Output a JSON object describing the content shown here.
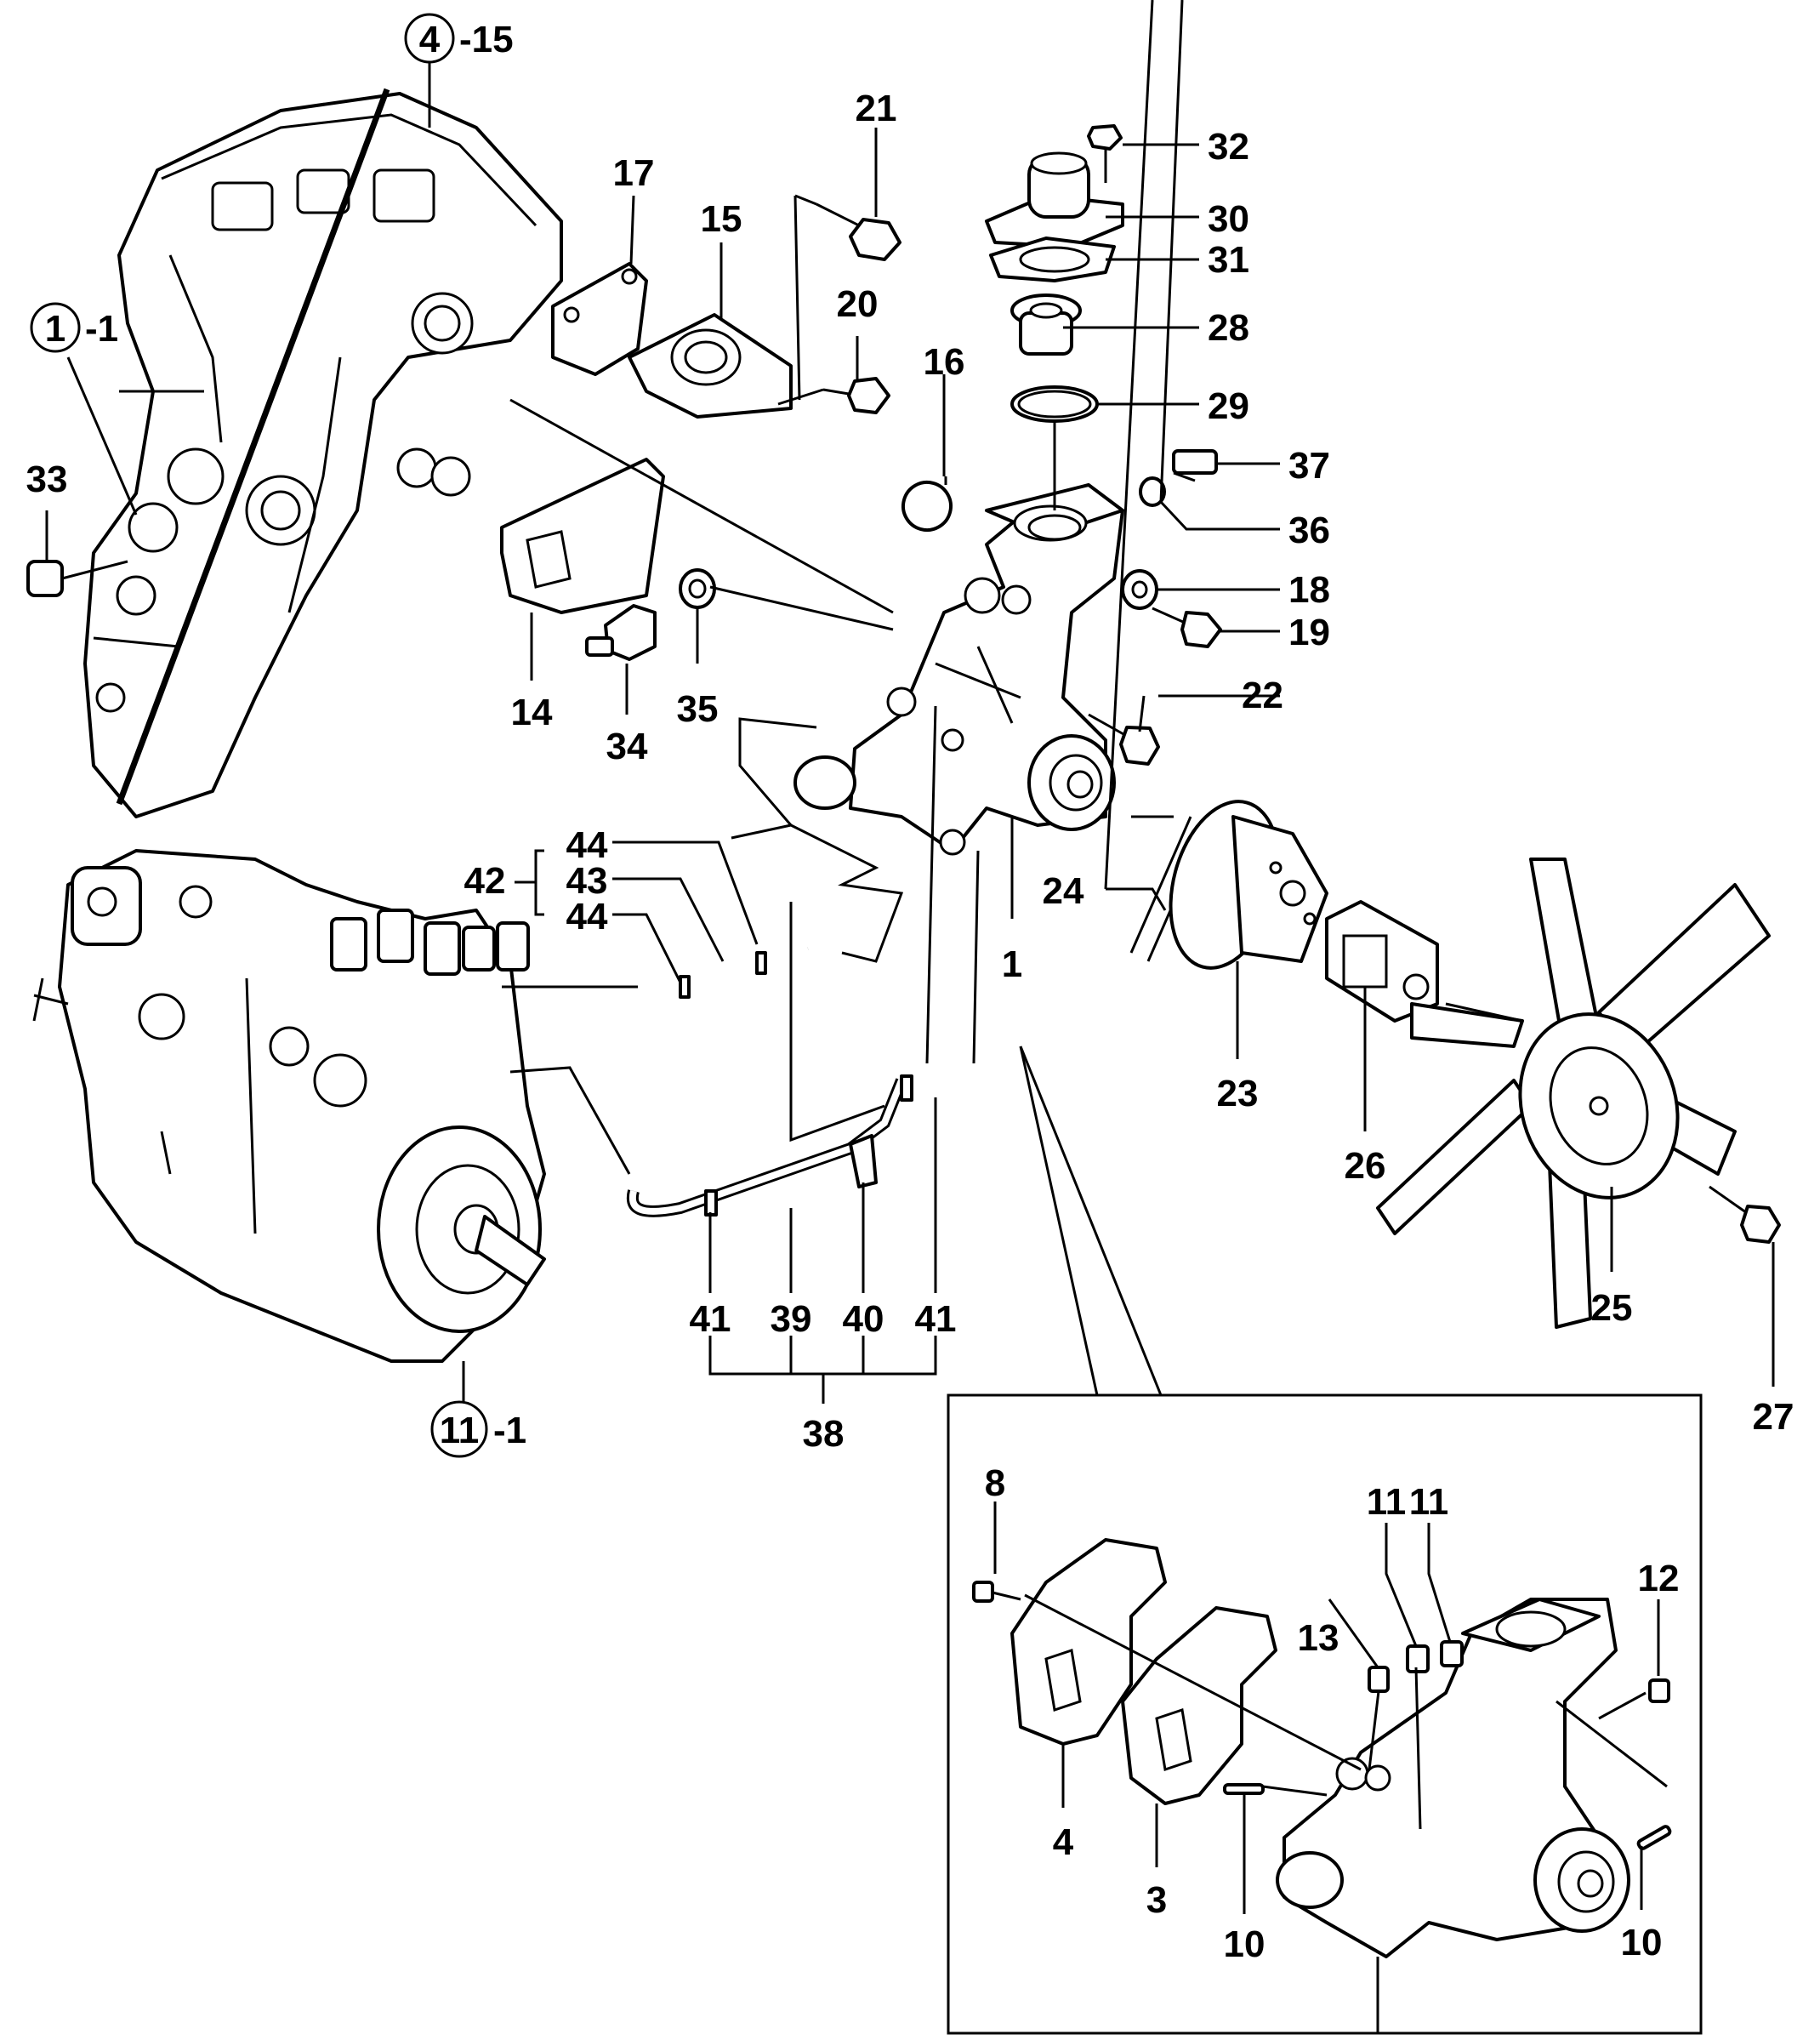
{
  "callouts": {
    "c1": "1",
    "c3": "3",
    "c4": "4",
    "c8": "8",
    "c10a": "10",
    "c10b": "10",
    "c11a": "11",
    "c11b": "11",
    "c12": "12",
    "c13": "13",
    "c14": "14",
    "c15": "15",
    "c16": "16",
    "c17": "17",
    "c18": "18",
    "c19": "19",
    "c20": "20",
    "c21": "21",
    "c22": "22",
    "c23": "23",
    "c24": "24",
    "c25": "25",
    "c26": "26",
    "c27": "27",
    "c28": "28",
    "c29": "29",
    "c30": "30",
    "c31": "31",
    "c32": "32",
    "c33": "33",
    "c34": "34",
    "c35": "35",
    "c36": "36",
    "c37": "37",
    "c38": "38",
    "c39": "39",
    "c40": "40",
    "c41a": "41",
    "c41b": "41",
    "c42": "42",
    "c43": "43",
    "c44a": "44",
    "c44b": "44"
  },
  "refs": {
    "r4": {
      "num": "4",
      "suffix": "-15"
    },
    "r1": {
      "num": "1",
      "suffix": "-1"
    },
    "r11": {
      "num": "11",
      "suffix": "-1"
    }
  }
}
